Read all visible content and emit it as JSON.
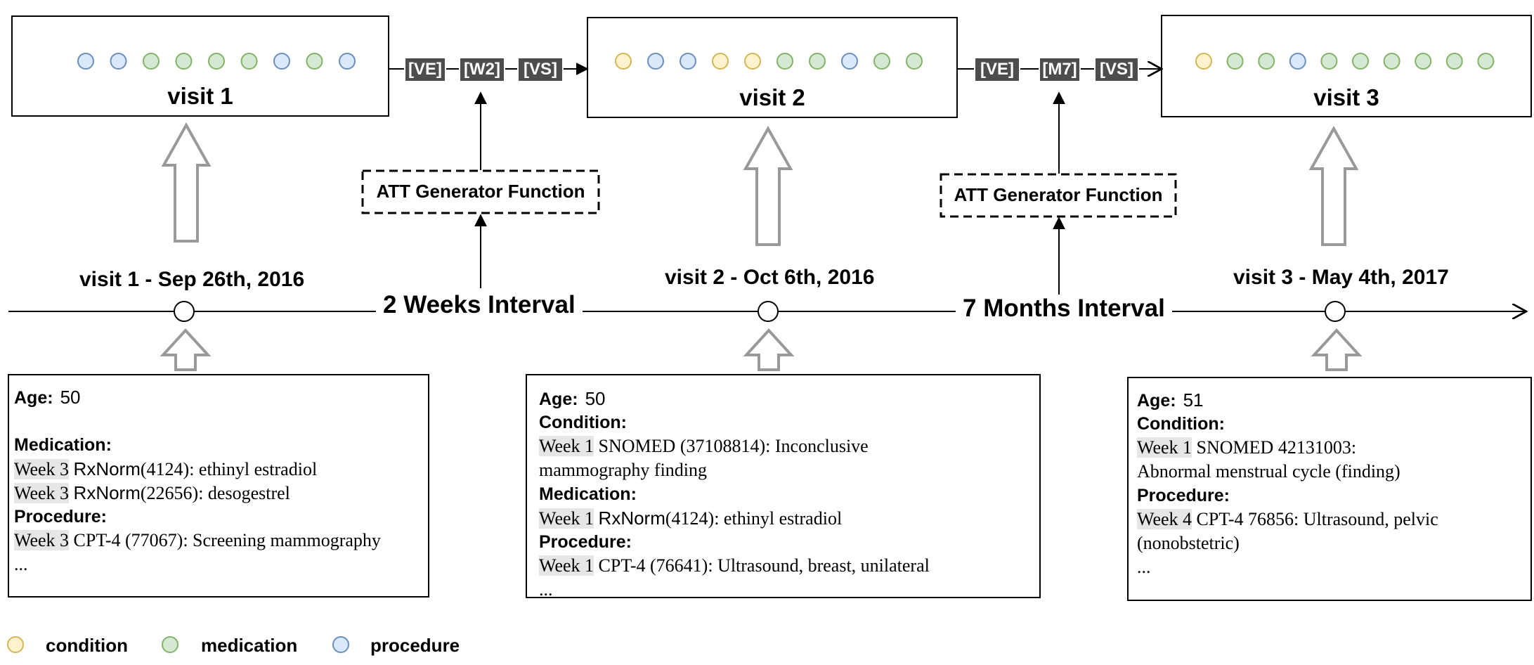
{
  "visits": [
    {
      "title": "visit 1",
      "date_label": "visit 1 - Sep 26th, 2016",
      "codes": [
        "procedure",
        "procedure",
        "medication",
        "medication",
        "medication",
        "medication",
        "procedure",
        "medication",
        "procedure"
      ]
    },
    {
      "title": "visit 2",
      "date_label": "visit 2 - Oct 6th, 2016",
      "codes": [
        "condition",
        "procedure",
        "procedure",
        "condition",
        "condition",
        "medication",
        "medication",
        "procedure",
        "medication",
        "medication"
      ]
    },
    {
      "title": "visit 3",
      "date_label": "visit 3 - May 4th, 2017",
      "codes": [
        "condition",
        "medication",
        "medication",
        "procedure",
        "medication",
        "medication",
        "medication",
        "medication",
        "medication",
        "medication"
      ]
    }
  ],
  "intervals": [
    {
      "label": "2 Weeks Interval",
      "tokens": [
        "[VE]",
        "[W2]",
        "[VS]"
      ],
      "generator": "ATT Generator Function"
    },
    {
      "label": "7 Months Interval",
      "tokens": [
        "[VE]",
        "[M7]",
        "[VS]"
      ],
      "generator": "ATT Generator Function"
    }
  ],
  "details": [
    {
      "age_label": "Age:",
      "age": "50",
      "lines": [
        {
          "t": "blank"
        },
        {
          "t": "h",
          "text": "Medication:"
        },
        {
          "t": "e",
          "week": "Week 3",
          "vocab": "RxNorm",
          "rest": " (4124): ethinyl estradiol"
        },
        {
          "t": "e",
          "week": "Week 3",
          "vocab": "RxNorm",
          "rest": " (22656):  desogestrel"
        },
        {
          "t": "h",
          "text": "Procedure:"
        },
        {
          "t": "e",
          "week": "Week 3",
          "vocab": "",
          "rest": " CPT-4 (77067): Screening mammography"
        },
        {
          "t": "p",
          "text": "..."
        }
      ]
    },
    {
      "age_label": "Age:",
      "age": "50",
      "lines": [
        {
          "t": "h",
          "text": "Condition:"
        },
        {
          "t": "e",
          "week": "Week 1",
          "vocab": "",
          "rest": " SNOMED (37108814): Inconclusive"
        },
        {
          "t": "p",
          "text": "mammography finding"
        },
        {
          "t": "h",
          "text": "Medication:"
        },
        {
          "t": "e",
          "week": "Week 1",
          "vocab": "RxNorm",
          "rest": " (4124): ethinyl estradiol"
        },
        {
          "t": "h",
          "text": "Procedure:"
        },
        {
          "t": "e",
          "week": "Week 1",
          "vocab": "",
          "rest": " CPT-4 (76641): Ultrasound, breast, unilateral"
        },
        {
          "t": "p",
          "text": "..."
        }
      ]
    },
    {
      "age_label": "Age:",
      "age": "51",
      "lines": [
        {
          "t": "h",
          "text": "Condition:"
        },
        {
          "t": "e",
          "week": "Week 1",
          "vocab": "",
          "rest": " SNOMED 42131003:"
        },
        {
          "t": "p",
          "text": "Abnormal menstrual cycle (finding)"
        },
        {
          "t": "h",
          "text": "Procedure:"
        },
        {
          "t": "e",
          "week": "Week 4",
          "vocab": "",
          "rest": " CPT-4 76856: Ultrasound, pelvic"
        },
        {
          "t": "p",
          "text": "(nonobstetric)"
        },
        {
          "t": "p",
          "text": "..."
        }
      ]
    }
  ],
  "legend": [
    {
      "type": "condition",
      "label": "condition"
    },
    {
      "type": "medication",
      "label": "medication"
    },
    {
      "type": "procedure",
      "label": "procedure"
    }
  ],
  "colors": {
    "condition": {
      "fill": "#fff2cc",
      "stroke": "#d6b656"
    },
    "medication": {
      "fill": "#d5e8d4",
      "stroke": "#82b366"
    },
    "procedure": {
      "fill": "#dae8fc",
      "stroke": "#6c8ebf"
    },
    "token_bg": "#4d4d4d",
    "hollow_arrow": "#999999",
    "timeline": "#000000"
  }
}
